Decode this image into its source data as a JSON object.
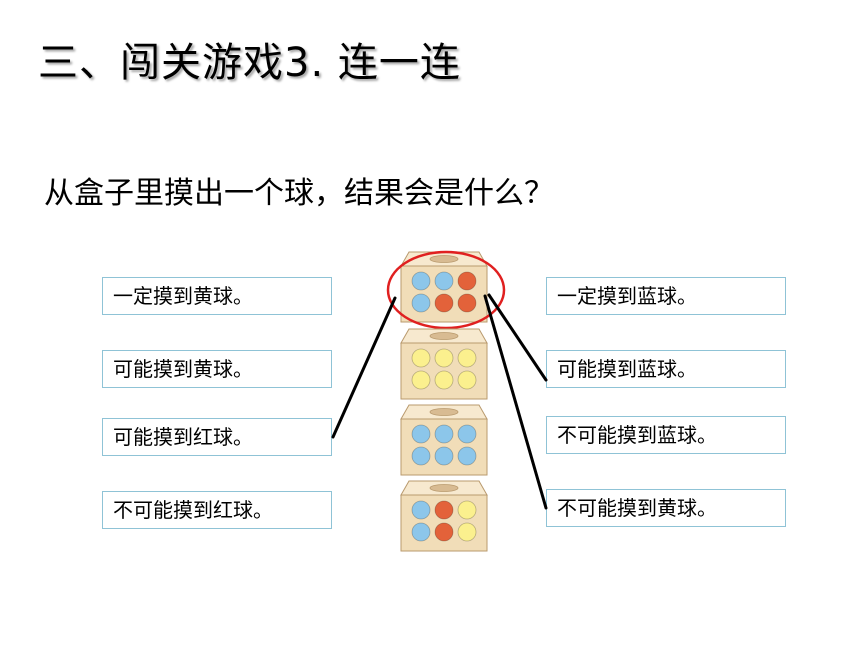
{
  "title": "三、闯关游戏3. 连一连",
  "question": "从盒子里摸出一个球，结果会是什么？",
  "left_options": [
    "一定摸到黄球。",
    "可能摸到黄球。",
    "可能摸到红球。",
    "不可能摸到红球。"
  ],
  "right_options": [
    "一定摸到蓝球。",
    "可能摸到蓝球。",
    "不可能摸到蓝球。",
    "不可能摸到黄球。"
  ],
  "colors": {
    "blue_ball": "#8cc6ea",
    "red_ball": "#e3623a",
    "yellow_ball": "#fbf08e",
    "box": "#f1ddb8",
    "box_top": "#f7e9cf",
    "highlight": "#e02020",
    "option_border": "#8fc3d6"
  },
  "boxes": [
    {
      "balls": [
        "blue",
        "blue",
        "red",
        "blue",
        "red",
        "red"
      ],
      "highlighted": true
    },
    {
      "balls": [
        "yellow",
        "yellow",
        "yellow",
        "yellow",
        "yellow",
        "yellow"
      ],
      "highlighted": false
    },
    {
      "balls": [
        "blue",
        "blue",
        "blue",
        "blue",
        "blue",
        "blue"
      ],
      "highlighted": false
    },
    {
      "balls": [
        "blue",
        "red",
        "yellow",
        "blue",
        "red",
        "yellow"
      ],
      "highlighted": false
    }
  ],
  "connections": [
    {
      "box": 0,
      "side": "left",
      "option": 2
    },
    {
      "box": 0,
      "side": "right",
      "option": 1
    },
    {
      "box": 0,
      "side": "right",
      "option": 3
    }
  ]
}
